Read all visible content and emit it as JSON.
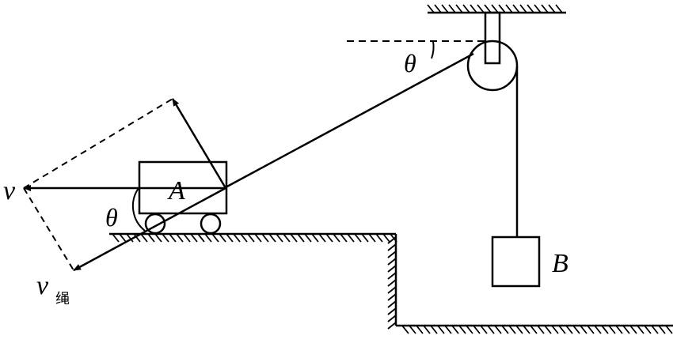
{
  "labels": {
    "v": "v",
    "v_rope_main": "v",
    "v_rope_sub": "绳",
    "theta_cart": "θ",
    "theta_pulley": "θ",
    "block_a": "A",
    "block_b": "B"
  },
  "colors": {
    "stroke": "#000000",
    "background": "#ffffff"
  }
}
